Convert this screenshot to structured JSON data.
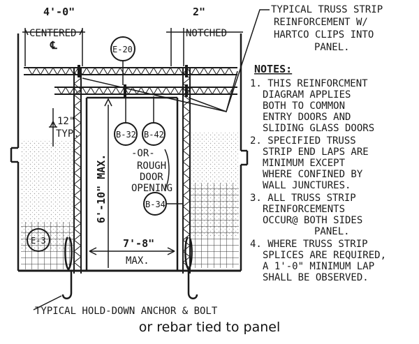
{
  "dims": {
    "centered_width": "4'-0\"",
    "centered_sub": "CENTERED",
    "centerline": "℄",
    "notched_width": "2\"",
    "notched_sub": "NOTCHED",
    "spacing": "12\"",
    "spacing_sub": "TYP.",
    "height_max": "6'-10\" MAX.",
    "width_max": "7'-8\"",
    "width_max_sub": "MAX."
  },
  "bubbles": {
    "b_e20": "E-20",
    "b_b32": "B-32",
    "b_b42": "B-42",
    "b_b34": "B-34",
    "b_e3": "E-3"
  },
  "door": {
    "or_label": "-OR-",
    "rough_opening": [
      "ROUGH",
      "DOOR",
      "OPENING"
    ]
  },
  "callout": {
    "reinforcement": [
      "TYPICAL TRUSS STRIP",
      "REINFORCEMENT W/",
      "HARTCO CLIPS INTO",
      "PANEL."
    ]
  },
  "notes": {
    "heading": "NOTES:",
    "items": [
      [
        "1. THIS REINFORCMENT",
        "DIAGRAM APPLIES",
        "BOTH TO COMMON",
        "ENTRY DOORS AND",
        "SLIDING GLASS DOORS"
      ],
      [
        "2. SPECIFIED TRUSS",
        "STRIP END LAPS ARE",
        "MINIMUM EXCEPT",
        "WHERE CONFINED BY",
        "WALL JUNCTURES."
      ],
      [
        "3. ALL TRUSS STRIP",
        "REINFORCEMENTS",
        "OCCUR@ BOTH SIDES",
        "PANEL."
      ],
      [
        "4. WHERE TRUSS STRIP",
        "SPLICES ARE REQUIRED,",
        "A 1'-0\" MINIMUM LAP",
        "SHALL BE OBSERVED."
      ]
    ]
  },
  "anchor": {
    "label": "TYPICAL HOLD-DOWN ANCHOR & BOLT",
    "caption": "or rebar tied to panel"
  }
}
